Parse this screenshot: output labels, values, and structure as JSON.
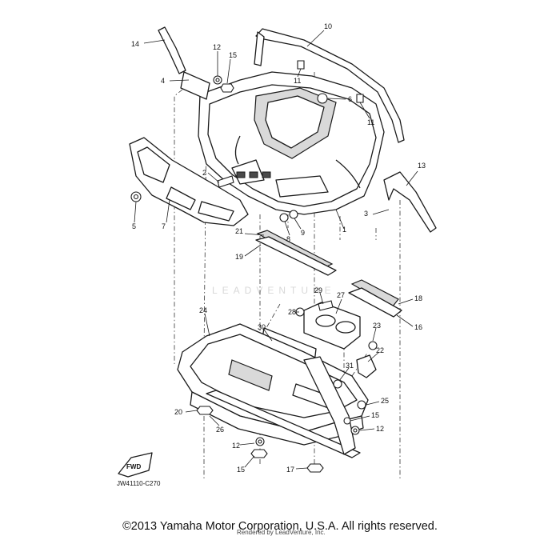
{
  "diagram": {
    "callouts": {
      "c1": "1",
      "c2": "2",
      "c3": "3",
      "c4": "4",
      "c5": "5",
      "c6": "6",
      "c7": "7",
      "c8": "8",
      "c9": "9",
      "c10": "10",
      "c11a": "11",
      "c11b": "11",
      "c12a": "12",
      "c12b": "12",
      "c12c": "12",
      "c13": "13",
      "c14": "14",
      "c15a": "15",
      "c15b": "15",
      "c15c": "15",
      "c16": "16",
      "c17": "17",
      "c18": "18",
      "c19": "19",
      "c20": "20",
      "c21": "21",
      "c22": "22",
      "c23": "23",
      "c24": "24",
      "c25": "25",
      "c26": "26",
      "c27": "27",
      "c28": "28",
      "c29": "29",
      "c30": "30",
      "c31": "31"
    },
    "fwd_label": "FWD",
    "drawing_code": "JW41110-C270",
    "watermark": "LEADVENTURE",
    "watermark_credit": "Rendered by LeadVenture, Inc."
  },
  "footer": {
    "copyright": "©2013 Yamaha Motor Corporation, U.S.A. All rights reserved."
  }
}
